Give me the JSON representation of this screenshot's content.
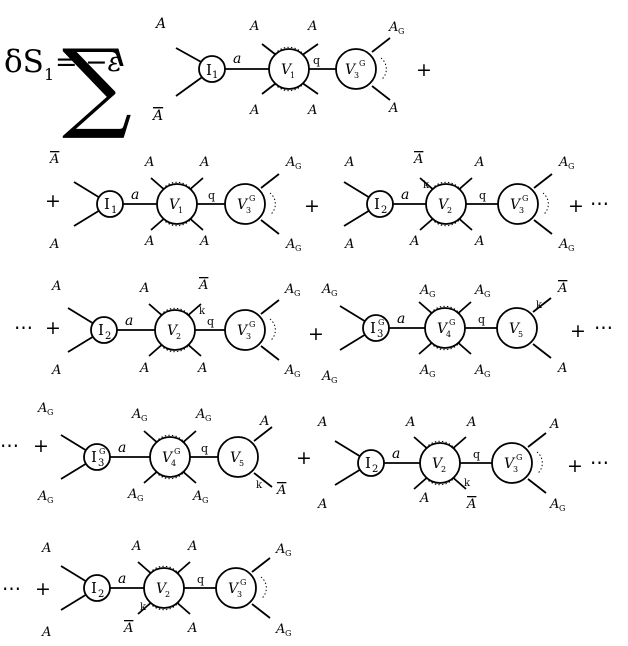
{
  "equation": {
    "lhs": "δS",
    "lhs_sub": "1",
    "eq": "=",
    "prefactor": "−ε",
    "sum": "∑"
  },
  "operators": {
    "plus": "+",
    "dots": "⋯"
  },
  "labels": {
    "a": "a",
    "q": "q",
    "k": "k",
    "A": "A",
    "Abar": "A",
    "AG_base": "A",
    "AG_sub": "G"
  },
  "nodes": {
    "I1": {
      "base": "I",
      "sub": "1"
    },
    "I2": {
      "base": "I",
      "sub": "2"
    },
    "I3G": {
      "base": "I",
      "sub": "3",
      "sup": "G"
    },
    "V1": {
      "base": "V",
      "sub": "1"
    },
    "V2": {
      "base": "V",
      "sub": "2"
    },
    "V3G": {
      "base": "V",
      "sub": "3",
      "sup": "G"
    },
    "V4G": {
      "base": "V",
      "sub": "4",
      "sup": "G"
    },
    "V5": {
      "base": "V",
      "sub": "5"
    }
  },
  "diagrams": [
    {
      "row": 1,
      "nodes": [
        "I1",
        "V1",
        "V3G"
      ]
    },
    {
      "row": 2,
      "nodes": [
        "I1",
        "V1",
        "V3G"
      ]
    },
    {
      "row": 2,
      "nodes": [
        "I2",
        "V2",
        "V3G"
      ]
    },
    {
      "row": 3,
      "nodes": [
        "I2",
        "V2",
        "V3G"
      ]
    },
    {
      "row": 3,
      "nodes": [
        "I3G",
        "V4G",
        "V5"
      ]
    },
    {
      "row": 4,
      "nodes": [
        "I3G",
        "V4G",
        "V5"
      ]
    },
    {
      "row": 4,
      "nodes": [
        "I2",
        "V2",
        "V3G"
      ]
    },
    {
      "row": 5,
      "nodes": [
        "I2",
        "V2",
        "V3G"
      ]
    }
  ]
}
